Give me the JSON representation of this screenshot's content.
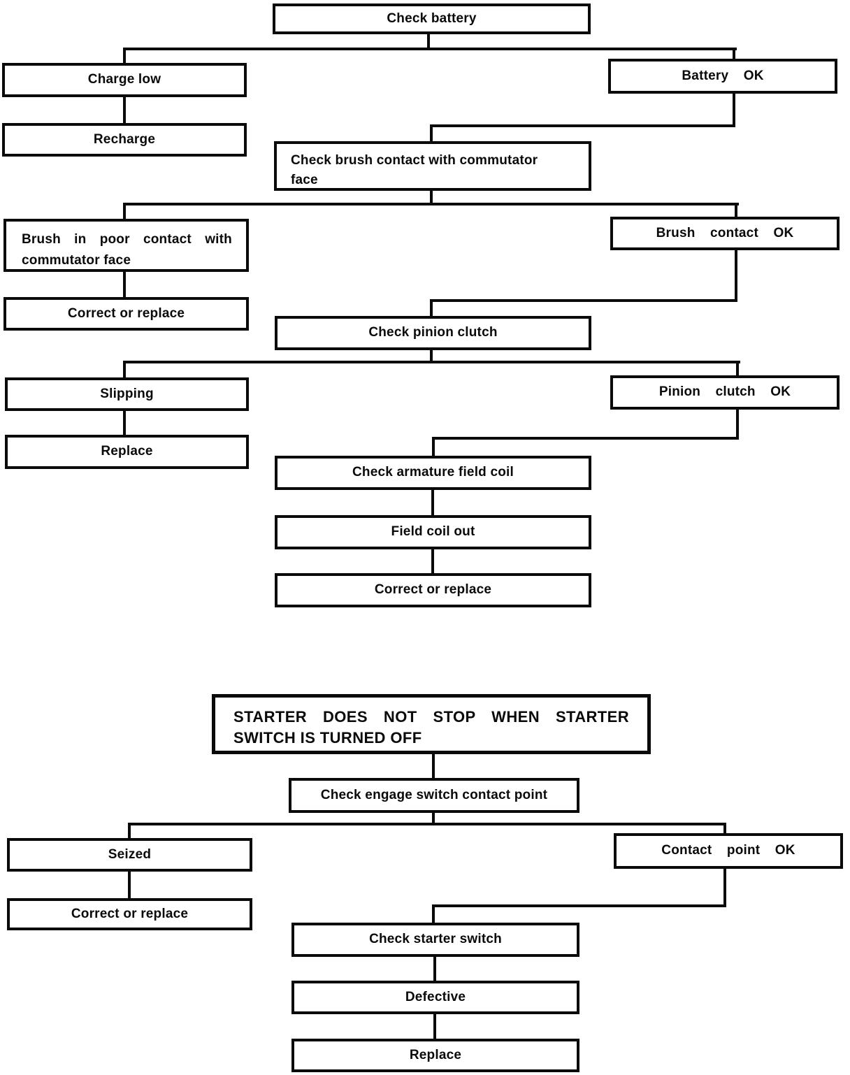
{
  "colors": {
    "ink": "#0a0a0a",
    "background": "#ffffff"
  },
  "flow1": {
    "nodes": [
      {
        "id": "check-battery",
        "label": "Check battery"
      },
      {
        "id": "charge-low",
        "label": "Charge low"
      },
      {
        "id": "battery-ok",
        "label": "Battery OK"
      },
      {
        "id": "recharge",
        "label": "Recharge"
      },
      {
        "id": "check-brush-contact",
        "lines": [
          "Check brush contact with commutator",
          "face"
        ]
      },
      {
        "id": "brush-poor-contact",
        "lines": [
          "Brush in poor contact with",
          "commutator face"
        ]
      },
      {
        "id": "brush-contact-ok",
        "label": "Brush contact OK"
      },
      {
        "id": "correct-or-replace-1",
        "label": "Correct or replace"
      },
      {
        "id": "check-pinion-clutch",
        "label": "Check pinion clutch"
      },
      {
        "id": "slipping",
        "label": "Slipping"
      },
      {
        "id": "pinion-clutch-ok",
        "label": "Pinion clutch OK"
      },
      {
        "id": "replace-1",
        "label": "Replace"
      },
      {
        "id": "check-armature-field-coil",
        "label": "Check armature field coil"
      },
      {
        "id": "field-coil-out",
        "label": "Field coil out"
      },
      {
        "id": "correct-or-replace-2",
        "label": "Correct or replace"
      }
    ]
  },
  "flow2": {
    "title_lines": [
      "STARTER DOES NOT STOP WHEN STARTER",
      "SWITCH IS TURNED OFF"
    ],
    "nodes": [
      {
        "id": "check-engage-switch-contact-point",
        "label": "Check engage switch contact point"
      },
      {
        "id": "seized",
        "label": "Seized"
      },
      {
        "id": "contact-point-ok",
        "label": "Contact point OK"
      },
      {
        "id": "correct-or-replace-3",
        "label": "Correct or replace"
      },
      {
        "id": "check-starter-switch",
        "label": "Check starter switch"
      },
      {
        "id": "defective",
        "label": "Defective"
      },
      {
        "id": "replace-2",
        "label": "Replace"
      }
    ]
  }
}
